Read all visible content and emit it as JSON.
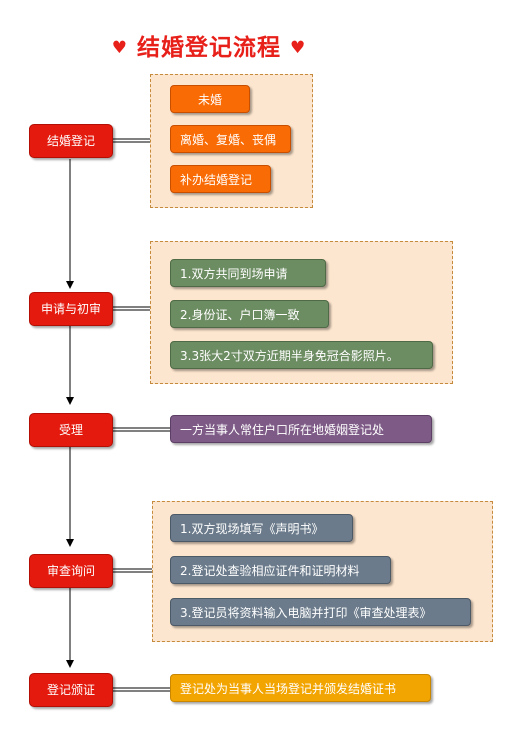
{
  "title": {
    "text": "结婚登记流程",
    "heart_left": "♥",
    "heart_right": "♥"
  },
  "steps": [
    {
      "label": "结婚登记",
      "details": [
        "未婚",
        "离婚、复婚、丧偶",
        "补办结婚登记"
      ]
    },
    {
      "label": "申请与初审",
      "details": [
        "1.双方共同到场申请",
        "2.身份证、户口簿一致",
        "3.3张大2寸双方近期半身免冠合影照片。"
      ]
    },
    {
      "label": "受理",
      "details": [
        "一方当事人常住户口所在地婚姻登记处"
      ]
    },
    {
      "label": "审查询问",
      "details": [
        "1.双方现场填写《声明书》",
        "2.登记处查验相应证件和证明材料",
        "3.登记员将资料输入电脑并打印《审查处理表》"
      ]
    },
    {
      "label": "登记颁证",
      "details": [
        "登记处为当事人当场登记并颁发结婚证书"
      ]
    }
  ],
  "colors": {
    "step": "#e31a0d",
    "group_bg": "#fde6cf",
    "group_border": "#c58a3b",
    "tag_orange": "#f96b05",
    "tag_green": "#6c8c62",
    "tag_purple": "#7e5a86",
    "tag_slate": "#6b7b8b",
    "tag_gold": "#f2a400"
  }
}
